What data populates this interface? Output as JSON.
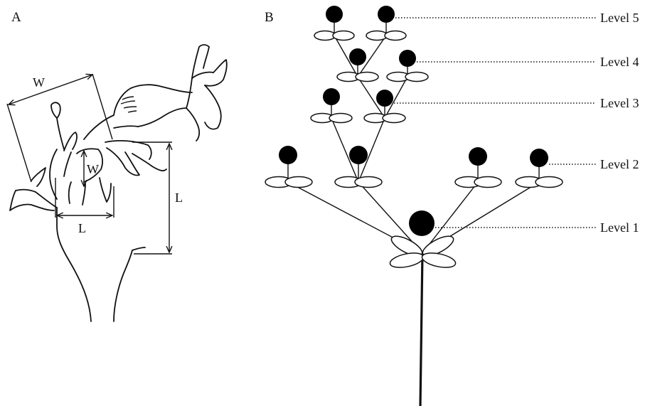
{
  "panel_a": {
    "label": "A",
    "dimension_labels": {
      "outer_width": "W",
      "inner_width": "W",
      "inner_length": "L",
      "outer_length": "L"
    }
  },
  "panel_b": {
    "label": "B",
    "levels": [
      "Level 1",
      "Level 2",
      "Level 3",
      "Level 4",
      "Level 5"
    ]
  }
}
